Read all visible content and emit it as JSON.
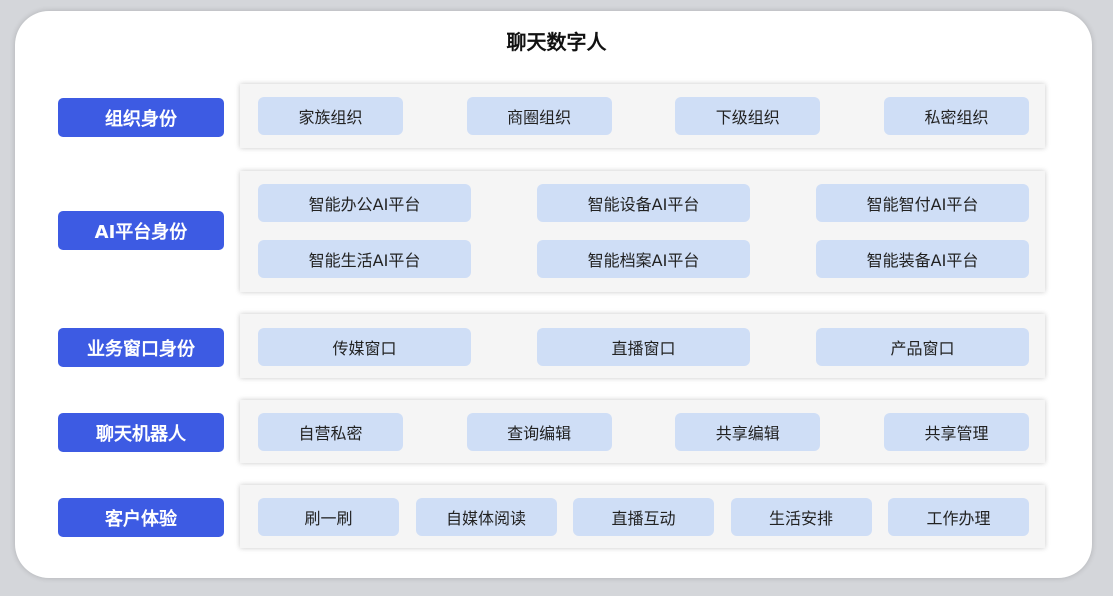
{
  "title": "聊天数字人",
  "rows": [
    {
      "label": "组织身份",
      "items": [
        "家族组织",
        "商圈组织",
        "下级组织",
        "私密组织"
      ]
    },
    {
      "label": "AI平台身份",
      "items": [
        "智能办公AI平台",
        "智能设备AI平台",
        "智能智付AI平台",
        "智能生活AI平台",
        "智能档案AI平台",
        "智能装备AI平台"
      ]
    },
    {
      "label": "业务窗口身份",
      "items": [
        "传媒窗口",
        "直播窗口",
        "产品窗口"
      ]
    },
    {
      "label": "聊天机器人",
      "items": [
        "自营私密",
        "查询编辑",
        "共享编辑",
        "共享管理"
      ]
    },
    {
      "label": "客户体验",
      "items": [
        "刷一刷",
        "自媒体阅读",
        "直播互动",
        "生活安排",
        "工作办理"
      ]
    }
  ],
  "colors": {
    "label_bg": "#3d5be3",
    "item_bg": "#cfdef6",
    "panel_bg": "#f5f5f5"
  }
}
